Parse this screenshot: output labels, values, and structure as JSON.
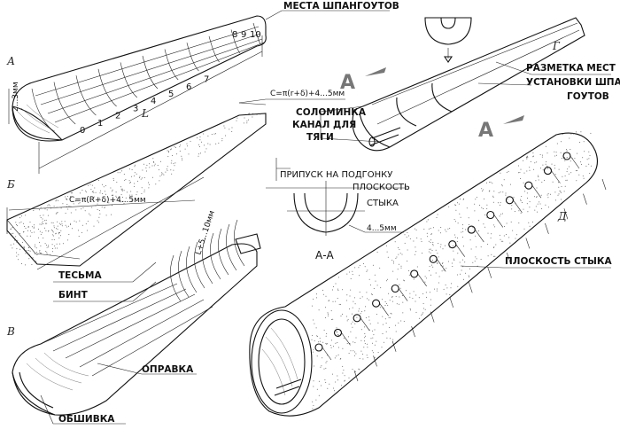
{
  "panel_letters": {
    "a": "А",
    "b": "Б",
    "v": "В",
    "g": "Г",
    "d": "Д"
  },
  "panel_a": {
    "frame_places_label": "МЕСТА ШПАНГОУТОВ",
    "frame_numbers": [
      "0",
      "1",
      "2",
      "3",
      "4",
      "5",
      "6",
      "7",
      "8",
      "9",
      "10"
    ],
    "length_label": "L",
    "height_dim": "2...3мм"
  },
  "panel_b": {
    "top_formula": "С=π(r+δ)+4...5мм",
    "side_formula": "С=π(R+δ)+4...5мм",
    "length_formula": "L+5...10мм"
  },
  "panel_v": {
    "tape_label": "ТЕСЬМА",
    "bandage_label": "БИНТ",
    "mandrel_label": "ОПРАВКА",
    "skin_label": "ОБШИВКА"
  },
  "panel_g": {
    "marking_label_line1": "РАЗМЕТКА МЕСТ",
    "marking_label_line2": "УСТАНОВКИ ШПАН-",
    "marking_label_line3": "ГОУТОВ",
    "straw_label": "СОЛОМИНКА",
    "channel_label_line1": "КАНАЛ ДЛЯ",
    "channel_label_line2": "ТЯГИ",
    "section_mark_1": "А",
    "section_mark_2": "А"
  },
  "section_aa": {
    "allowance_label": "ПРИПУСК НА ПОДГОНКУ",
    "plane_label_line1": "ПЛОСКОСТЬ",
    "plane_label_line2": "СТЫКА",
    "thickness_dim": "4...5мм",
    "section_title": "А-А"
  },
  "panel_d": {
    "joint_plane_label": "ПЛОСКОСТЬ СТЫКА"
  }
}
